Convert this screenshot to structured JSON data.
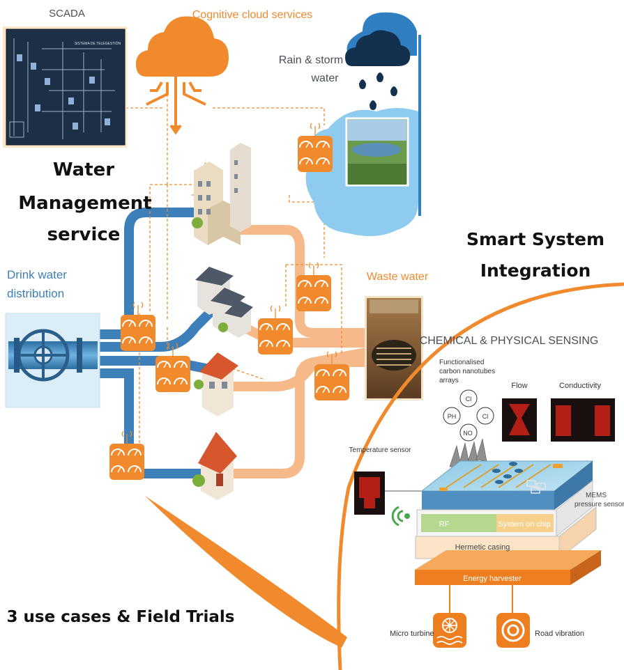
{
  "labels": {
    "scada": "SCADA",
    "scada_panel_title": "SISTEMA DE TELEGESTIÓN",
    "cloud": "Cognitive cloud services",
    "rain_line1": "Rain & storm",
    "rain_line2": "water",
    "water_mgmt_line1": "Water",
    "water_mgmt_line2": "Management",
    "water_mgmt_line3": "service",
    "drink_line1": "Drink water",
    "drink_line2": "distribution",
    "waste": "Waste water",
    "smart_line1": "Smart System",
    "smart_line2": "Integration",
    "use_cases": "3 use cases & Field Trials"
  },
  "sensing": {
    "title": "CHEMICAL & PHYSICAL SENSING",
    "cnt_line1": "Functionalised",
    "cnt_line2": "carbon nanotubes",
    "cnt_line3": "arrays",
    "flow": "Flow",
    "conductivity": "Conductivity",
    "temperature": "Temperature sensor",
    "mems_line1": "MEMS",
    "mems_line2": "pressure sensor",
    "rf": "RF",
    "soc": "System on chip",
    "hermetic": "Hermetic casing",
    "energy": "Energy harvester",
    "micro_turbine": "Micro turbine",
    "road_vibration": "Road vibration",
    "ion_ph": "PH",
    "ion_cl_top": "Cl",
    "ion_cl_right": "Cl",
    "ion_no3": "NO"
  },
  "colors": {
    "orange": "#f08a2c",
    "light_orange": "#f6b98a",
    "blue_pipe": "#3d7fb8",
    "sky": "#5aa7dd",
    "grey_text": "#4a4f57"
  }
}
